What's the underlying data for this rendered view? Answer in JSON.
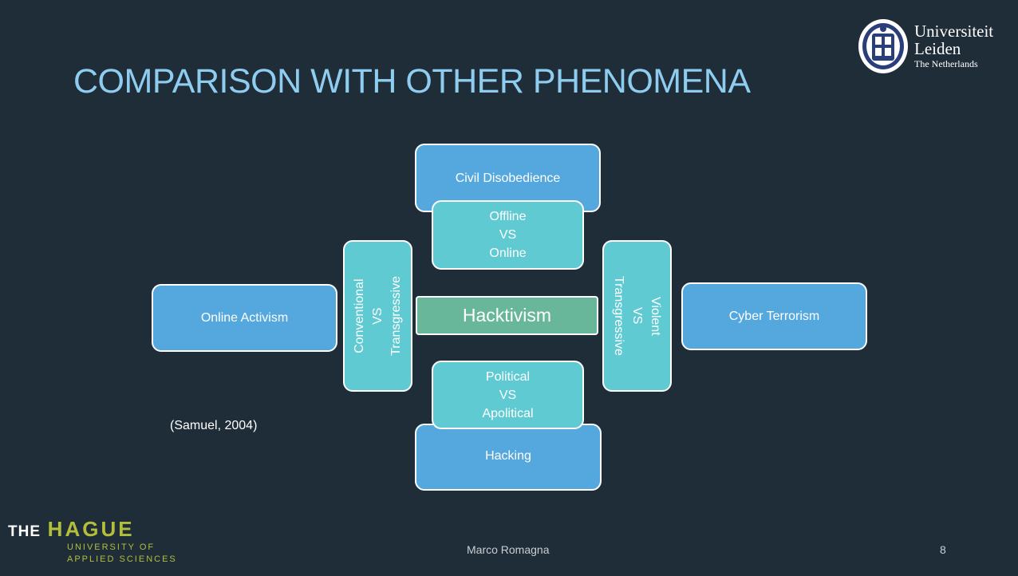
{
  "slide": {
    "title": "COMPARISON WITH OTHER PHENOMENA",
    "center": "Hacktivism",
    "top": "Civil Disobedience",
    "top_inner": "Offline\nVS\nOnline",
    "bottom": "Hacking",
    "bottom_inner": "Political\nVS\nApolitical",
    "left": "Online Activism",
    "left_inner": "Conventional\nVS\nTransgressive",
    "right": "Cyber Terrorism",
    "right_inner": "Violent\nVS\nTransgressive",
    "citation": "(Samuel, 2004)"
  },
  "logos": {
    "leiden": {
      "line1": "Universiteit",
      "line2": "Leiden",
      "line3": "The Netherlands"
    },
    "hague": {
      "the": "THE",
      "name": "HAGUE",
      "sub1": "UNIVERSITY OF",
      "sub2": "APPLIED SCIENCES"
    }
  },
  "footer": {
    "author": "Marco Romagna",
    "page": "8"
  },
  "colors": {
    "background": "#1f2d39",
    "title": "#8fcdf0",
    "blue_box": "#55a8de",
    "teal_box": "#60cad3",
    "center_box": "#68b79a",
    "hague_green": "#b3be3a"
  }
}
